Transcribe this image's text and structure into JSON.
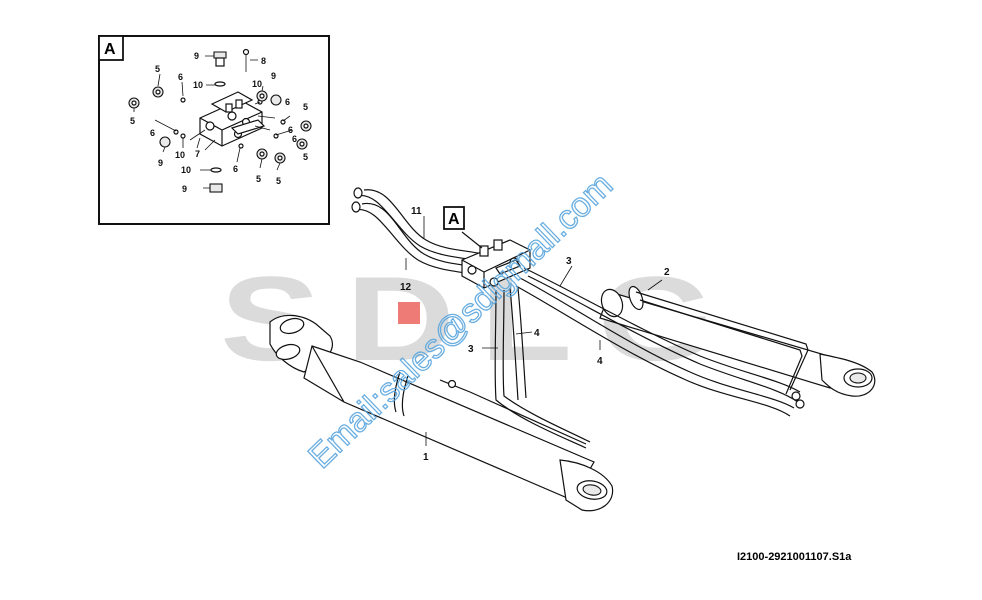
{
  "watermark": {
    "logo_text": "SDLG",
    "email_text": "Email:sales@sdlgmall.com",
    "logo_color": "#cfcfcf",
    "email_color": "#5aa6de",
    "accent_color": "#e2231a"
  },
  "inset": {
    "letter": "A",
    "callouts": {
      "c9a": "9",
      "c8": "8",
      "c10a": "10",
      "c5a": "5",
      "c6a": "6",
      "c10b": "10",
      "c9b": "9",
      "c5b": "5",
      "c6b": "6",
      "c5c": "5",
      "c6c": "6",
      "c6d": "6",
      "c7": "7",
      "c6e": "6",
      "c5d": "5",
      "c9c": "9",
      "c10c": "10",
      "c6f": "6",
      "c5e": "5",
      "c5f": "5",
      "c10d": "10",
      "c9d": "9"
    }
  },
  "main": {
    "detail_marker": "A",
    "callouts": {
      "c11": "11",
      "c12": "12",
      "c3a": "3",
      "c2": "2",
      "c4a": "4",
      "c3b": "3",
      "c4b": "4",
      "c1": "1"
    }
  },
  "reference": "I2100-2921001107.S1a"
}
